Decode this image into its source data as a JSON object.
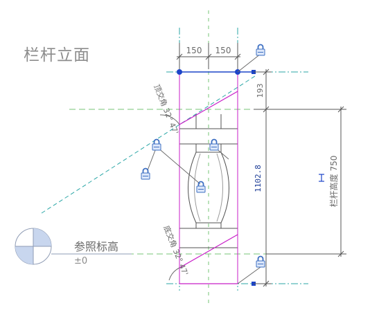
{
  "view": {
    "title": "栏杆立面"
  },
  "dimensions": {
    "width_left": "150",
    "width_right": "150",
    "top_offset": "193",
    "total_height": "1102.8",
    "rail_height": "栏杆高度 750"
  },
  "angles": {
    "top": "顶交角 32° 47'",
    "bottom": "底交角 32° 47'"
  },
  "level": {
    "name": "参照标高",
    "value": "±0"
  },
  "colors": {
    "centerline": "#2aa6a6",
    "reference": "#74c474",
    "outline": "#505050",
    "edge": "#c81ec8",
    "selection": "#1c44c8",
    "dimension": "#555555",
    "dimension_highlight": "#1c3c96",
    "lock": "#3d6fc2",
    "level_fill": "#c8d6ee"
  },
  "icons": {
    "lock": "padlock-icon",
    "level": "level-marker-icon"
  }
}
